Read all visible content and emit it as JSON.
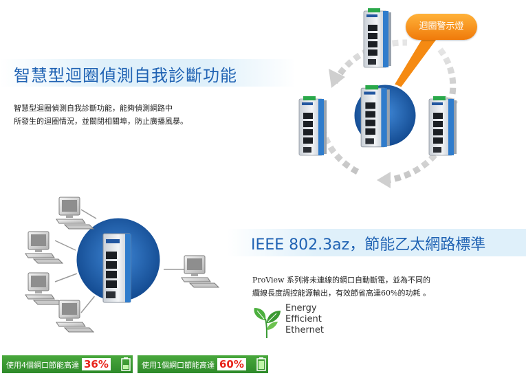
{
  "loop_section": {
    "title": "智慧型迴圈偵測自我診斷功能",
    "description_lines": [
      "智慧型迴圈偵測自我診斷功能，能夠偵測網路中",
      "所發生的迴圈情況，並關閉相關埠，防止廣播風暴。"
    ],
    "callout": "迴圈警示燈"
  },
  "eee_section": {
    "title": "IEEE 802.3az，節能乙太網路標準",
    "description_lines": [
      "ProView 系列將未連線的網口自動斷電，並為不同的",
      "纜線長度調控能源輸出，有效節省高達60%的功耗 。"
    ],
    "logo_lines": [
      "Energy",
      "Efficient",
      "Ethernet"
    ]
  },
  "badges": [
    {
      "label": "使用4個網口節能高達",
      "value": "36%"
    },
    {
      "label": "使用1個網口節能高達",
      "value": "60%"
    }
  ],
  "colors": {
    "title_blue": "#1f62b3",
    "callout_orange": "#f58a12",
    "badge_green": "#3c9a33",
    "percent_red": "#e8241b",
    "circle_blue": "#1a5fae"
  },
  "icons": [
    "loop-arrows-icon",
    "network-switch-icon",
    "computer-icon",
    "leaf-icon",
    "battery-icon"
  ]
}
